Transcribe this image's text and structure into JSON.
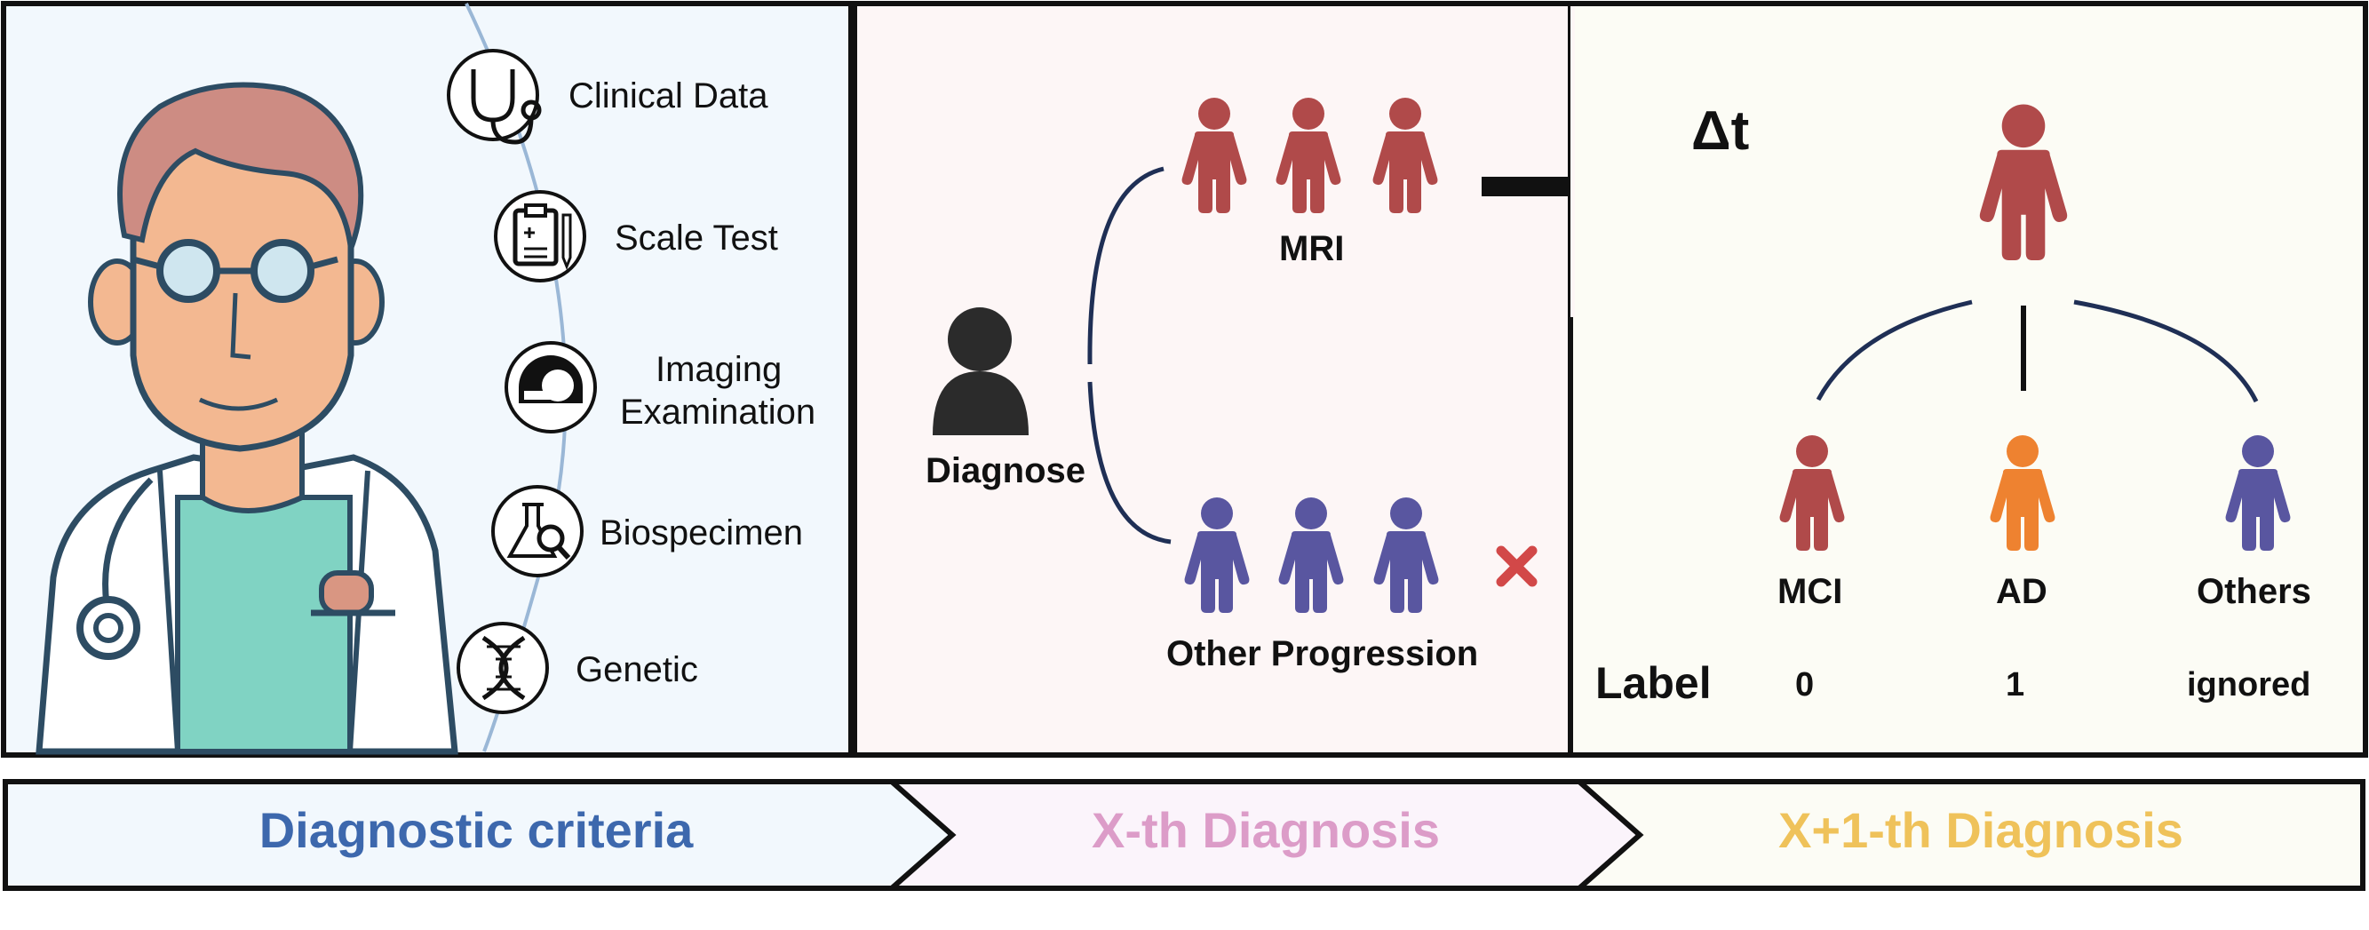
{
  "colors": {
    "panel1_bg": "#f2f8fd",
    "panel2_bg": "#fdf6f6",
    "panel3_bg": "#fcfcf5",
    "red_person": "#b04a4a",
    "blue_person": "#5956a0",
    "orange_person": "#ee8230",
    "dark_person": "#2b2b2b",
    "curve": "#1f2f55",
    "cross": "#d24848",
    "tab1_text": "#3d68ad",
    "tab2_text": "#dc9cc8",
    "tab3_text": "#efc25a"
  },
  "criteria": {
    "items": [
      {
        "label": "Clinical Data",
        "icon": "stethoscope-icon"
      },
      {
        "label": "Scale Test",
        "icon": "clipboard-icon"
      },
      {
        "label": "Imaging",
        "label2": "Examination",
        "icon": "mri-scanner-icon"
      },
      {
        "label": "Biospecimen",
        "icon": "flask-icon"
      },
      {
        "label": "Genetic",
        "icon": "dna-icon"
      }
    ]
  },
  "xth": {
    "diagnose_label": "Diagnose",
    "mri_label": "MRI",
    "other_label": "Other Progression",
    "time_label": "Δt"
  },
  "next": {
    "label_title": "Label",
    "outcomes": [
      {
        "name": "MCI",
        "label": "0",
        "color": "#b04a4a"
      },
      {
        "name": "AD",
        "label": "1",
        "color": "#ee8230"
      },
      {
        "name": "Others",
        "label": "ignored",
        "color": "#5956a0"
      }
    ]
  },
  "tabs": [
    {
      "label": "Diagnostic criteria"
    },
    {
      "label": "X-th Diagnosis"
    },
    {
      "label": "X+1-th Diagnosis"
    }
  ]
}
